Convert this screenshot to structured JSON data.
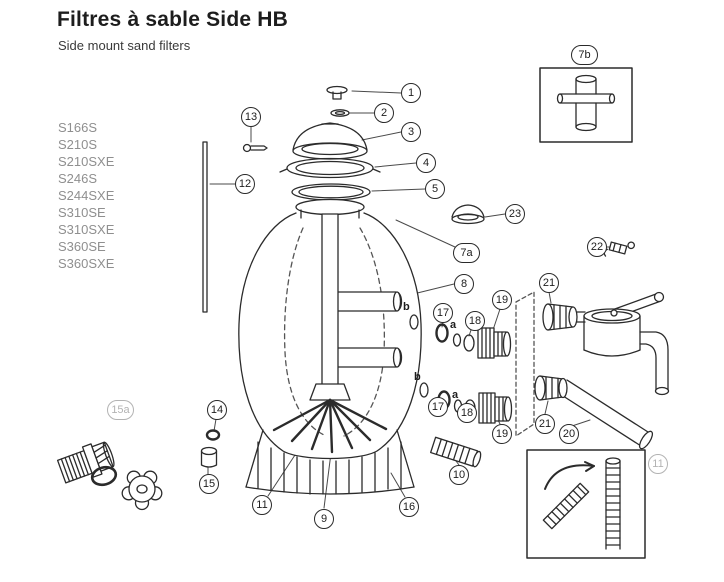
{
  "header": {
    "title": "Filtres à sable Side HB",
    "subtitle": "Side mount sand filters"
  },
  "models": [
    "S166S",
    "S210S",
    "S210SXE",
    "S246S",
    "S244SXE",
    "S310SE",
    "S310SXE",
    "S360SE",
    "S360SXE"
  ],
  "callouts": {
    "n1": "1",
    "n2": "2",
    "n3": "3",
    "n4": "4",
    "n5": "5",
    "n7a": "7a",
    "n7b": "7b",
    "n8": "8",
    "n9": "9",
    "n10": "10",
    "n11": "11",
    "n11r": "11",
    "n12": "12",
    "n13": "13",
    "n14": "14",
    "n15": "15",
    "n15a": "15a",
    "n16": "16",
    "n17t": "17",
    "n17b": "17",
    "n18t": "18",
    "n18b": "18",
    "n19t": "19",
    "n19b": "19",
    "n20": "20",
    "n21t": "21",
    "n21b": "21",
    "n22": "22",
    "n23": "23"
  },
  "letters": {
    "top_b": "b",
    "top_a": "a",
    "bottom_b": "b",
    "bottom_a": "a"
  },
  "colors": {
    "line": "#2b2b2b",
    "muted": "#b3b3b3",
    "text": "#1d1d1d",
    "model_text": "#8f8f8f"
  }
}
